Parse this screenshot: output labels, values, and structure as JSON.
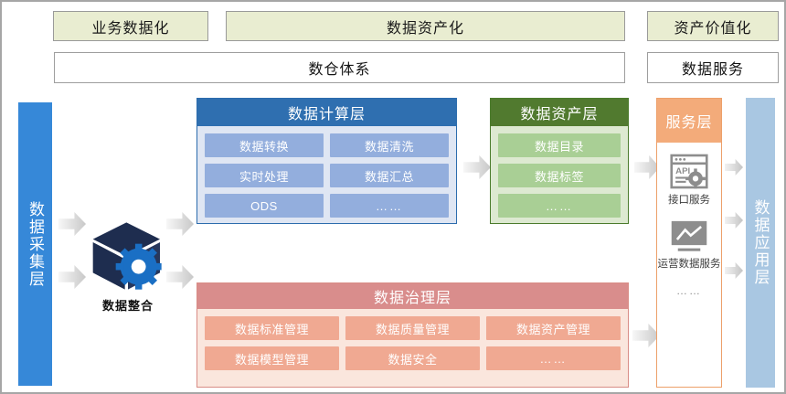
{
  "header": {
    "phases": [
      {
        "label": "业务数据化"
      },
      {
        "label": "数据资产化"
      },
      {
        "label": "资产价值化"
      }
    ],
    "subs": [
      {
        "label": "数仓体系"
      },
      {
        "label": "数据服务"
      }
    ]
  },
  "collect_layer": {
    "label": "数据采集层",
    "integration_label": "数据整合",
    "cube_icon": "cube-gear-icon"
  },
  "compute_layer": {
    "title": "数据计算层",
    "items": [
      "数据转换",
      "数据清洗",
      "实时处理",
      "数据汇总",
      "ODS",
      "……"
    ]
  },
  "asset_layer": {
    "title": "数据资产层",
    "items": [
      "数据目录",
      "数据标签",
      "……"
    ]
  },
  "governance_layer": {
    "title": "数据治理层",
    "items": [
      "数据标准管理",
      "数据质量管理",
      "数据资产管理",
      "数据模型管理",
      "数据安全",
      "……"
    ]
  },
  "service_layer": {
    "title": "服务层",
    "items": [
      {
        "icon": "api-window-icon",
        "label": "接口服务"
      },
      {
        "icon": "monitor-chart-icon",
        "label": "运营数据服务"
      }
    ],
    "more": "……"
  },
  "app_layer": {
    "label": "数据应用层"
  },
  "colors": {
    "phase_bg": "#e9edd1",
    "collect_blue": "#3688d8",
    "compute_blue": "#2f6fb0",
    "compute_cell": "#93aedd",
    "asset_green": "#517a2f",
    "asset_cell": "#a9cf95",
    "gov_salmon": "#d98d8c",
    "gov_cell": "#f0a992",
    "service_orange": "#f3ab7a",
    "app_blue": "#a9c7e2",
    "cube_navy": "#1e2d4f",
    "gear_blue": "#1a6fc4"
  }
}
